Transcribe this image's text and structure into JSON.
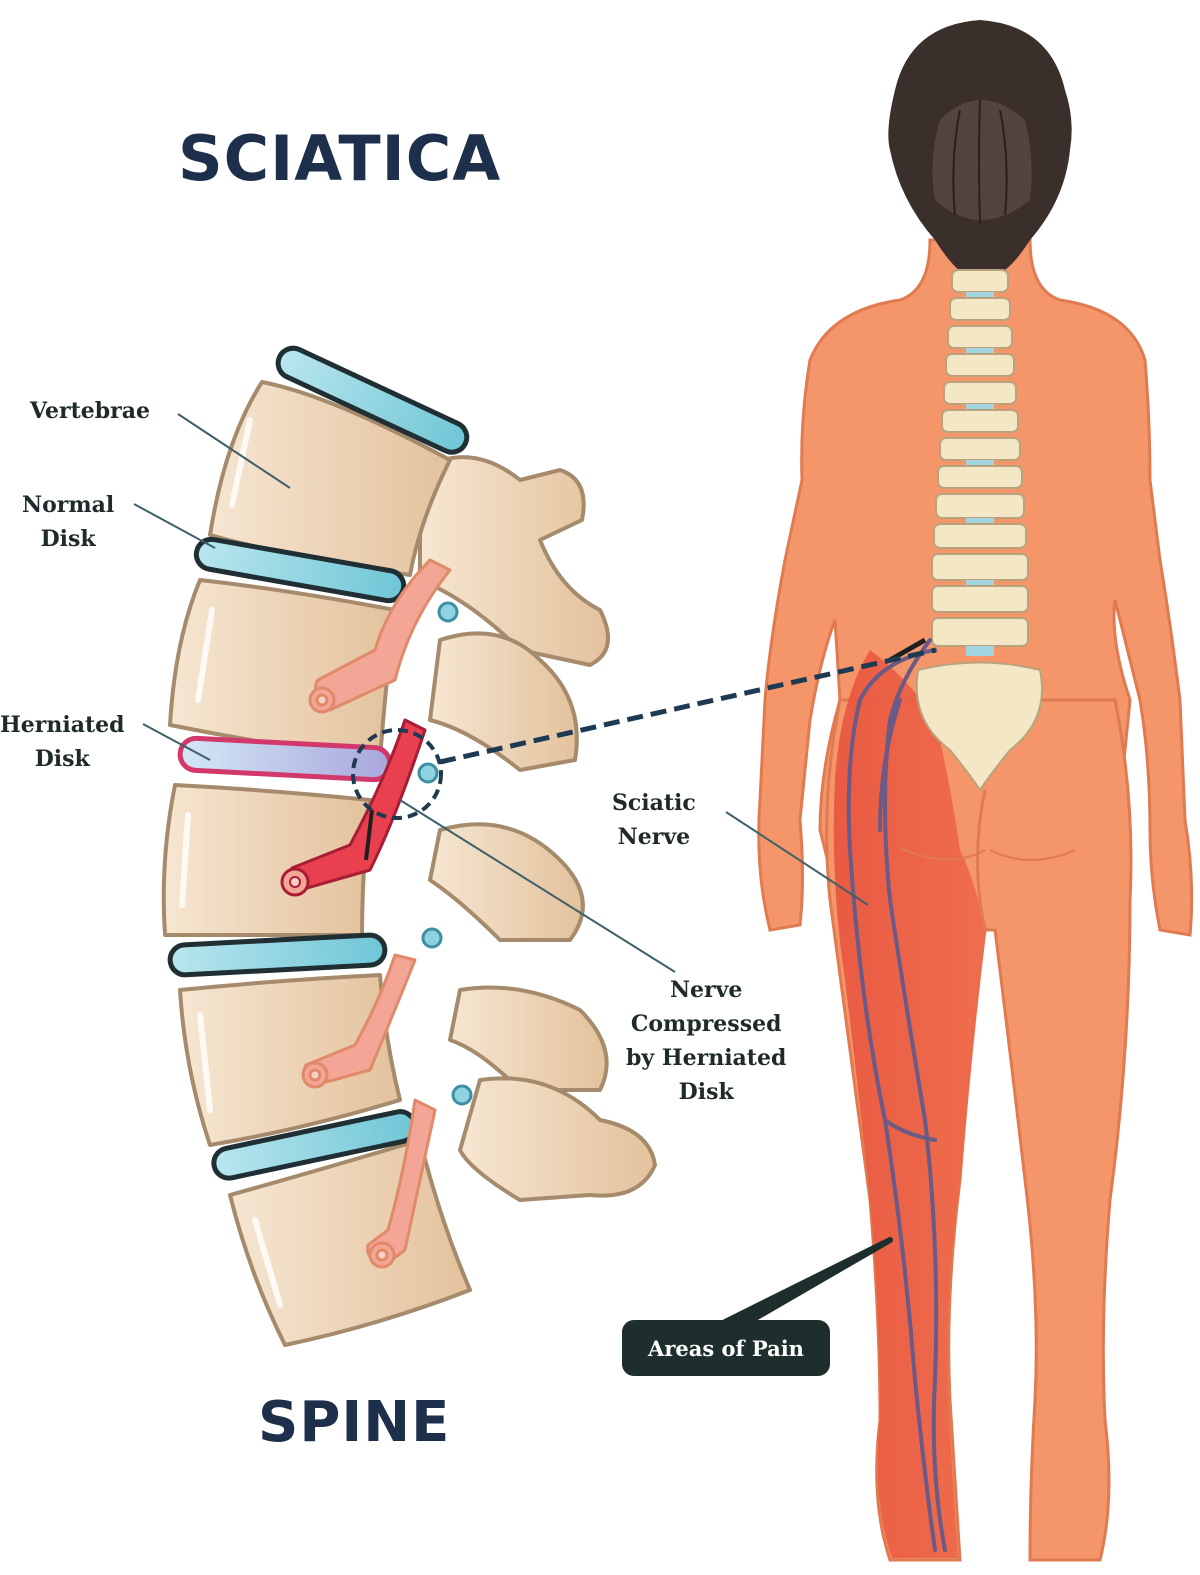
{
  "title": "SCIATICA",
  "subtitle": "SPINE",
  "labels": {
    "vertebrae": "Vertebrae",
    "normal_disk": [
      "Normal",
      "Disk"
    ],
    "herniated_disk": [
      "Herniated",
      "Disk"
    ],
    "sciatic_nerve": [
      "Sciatic",
      "Nerve"
    ],
    "nerve_compressed": [
      "Nerve",
      "Compressed",
      "by Herniated",
      "Disk"
    ],
    "areas_of_pain": "Areas of Pain"
  },
  "colors": {
    "title": "#1d2f4a",
    "skin": "#f4956a",
    "pain": "#e8553f",
    "hair": "#3b2f2c",
    "bone": "#f3dcc0",
    "disk": "#8fd3e0",
    "herniated": "#d2386a",
    "nerve": "#f3a596",
    "sciatic_nerve": "#6b5a85",
    "callout_box": "#1e2e2c"
  }
}
